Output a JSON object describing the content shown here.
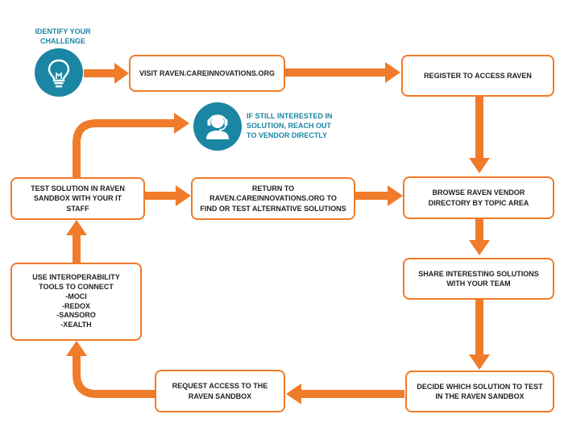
{
  "colors": {
    "arrow": "#f07b2a",
    "box_border": "#f07b2a",
    "icon_bg": "#1b86a3",
    "callout_text": "#1b86a3"
  },
  "start": {
    "label": "IDENTIFY YOUR\nCHALLENGE",
    "icon": "lightbulb-icon"
  },
  "callout": {
    "label": "IF STILL INTERESTED IN\nSOLUTION, REACH OUT\nTO VENDOR DIRECTLY",
    "icon": "support-agent-icon"
  },
  "steps": {
    "visit": "VISIT RAVEN.CAREINNOVATIONS.ORG",
    "register": "REGISTER TO ACCESS RAVEN",
    "browse": "BROWSE RAVEN VENDOR\nDIRECTORY BY TOPIC AREA",
    "share": "SHARE INTERESTING SOLUTIONS\nWITH YOUR TEAM",
    "decide": "DECIDE WHICH SOLUTION TO TEST\nIN THE RAVEN SANDBOX",
    "request": "REQUEST ACCESS TO THE\nRAVEN SANDBOX",
    "interop": "USE INTEROPERABILITY\nTOOLS TO CONNECT\n-MOCI\n-REDOX\n-SANSORO\n-XEALTH",
    "test": "TEST SOLUTION IN RAVEN\nSANDBOX WITH YOUR IT\nSTAFF",
    "return": "RETURN TO\nRAVEN.CAREINNOVATIONS.ORG TO\nFIND OR TEST ALTERNATIVE SOLUTIONS"
  }
}
